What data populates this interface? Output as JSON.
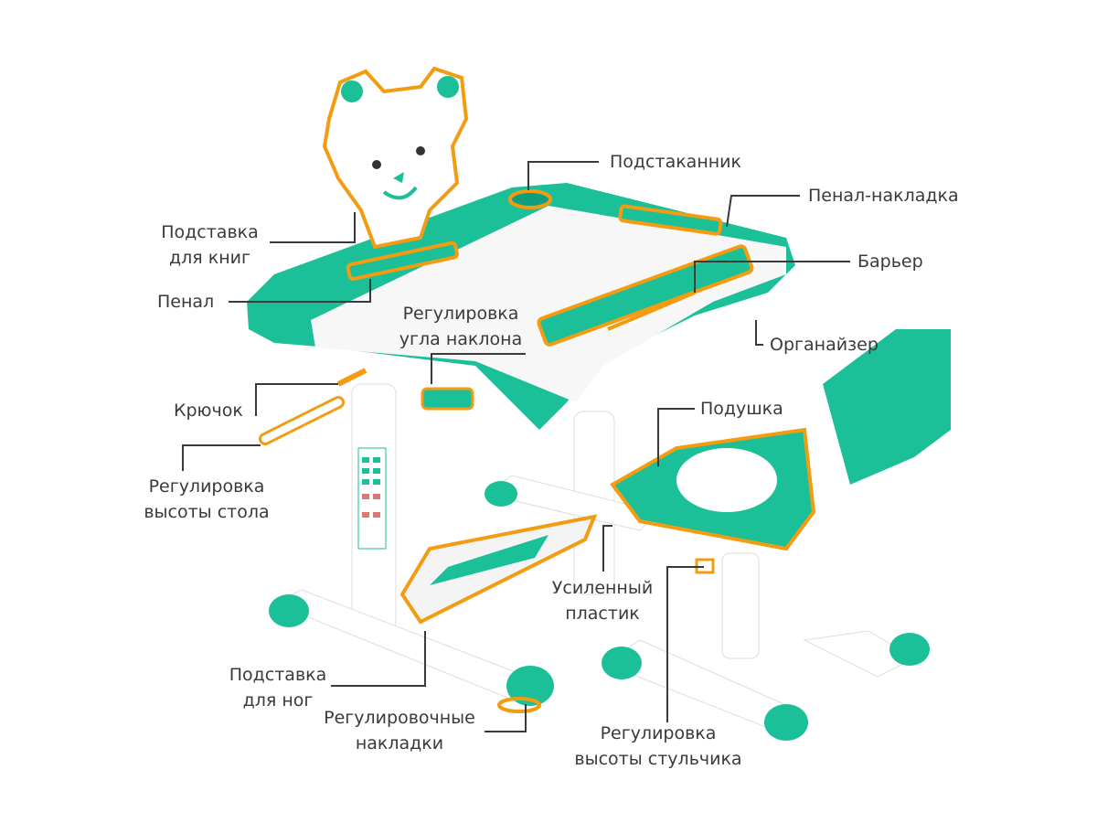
{
  "colors": {
    "body": "#1bbf98",
    "body_dark": "#0f9e7c",
    "highlight": "#f39c12",
    "frame": "#ffffff",
    "text": "#3a3a3a",
    "leader": "#3a3a3a"
  },
  "labels": {
    "cup_holder": "Подстаканник",
    "pencil_tray_top": "Пенал-накладка",
    "book_stand": [
      "Подставка",
      "для книг"
    ],
    "pencil_case": "Пенал",
    "barrier": "Барьер",
    "tilt_adjust": [
      "Регулировка",
      "угла наклона"
    ],
    "organizer": "Органайзер",
    "hook": "Крючок",
    "cushion": "Подушка",
    "desk_height": [
      "Регулировка",
      "высоты стола"
    ],
    "plastic": [
      "Усиленный",
      "пластик"
    ],
    "footrest": [
      "Подставка",
      "для ног"
    ],
    "pads": [
      "Регулировочные",
      "накладки"
    ],
    "chair_height": [
      "Регулировка",
      "высоты стульчика"
    ]
  }
}
